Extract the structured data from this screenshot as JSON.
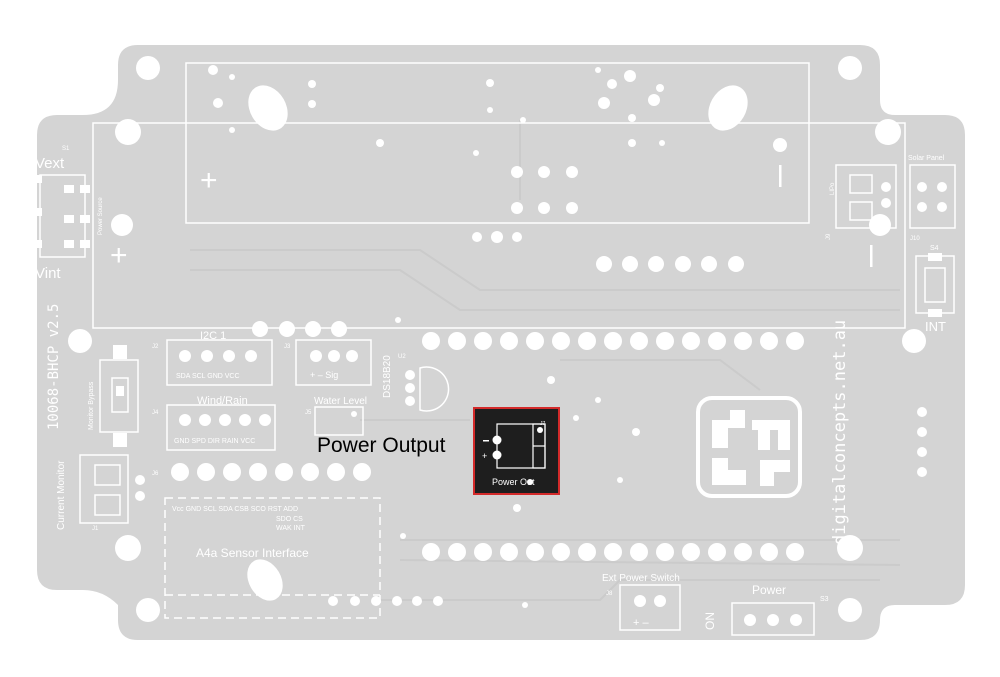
{
  "callout": {
    "label": "Power Output"
  },
  "board": {
    "vext_label": "Vext",
    "vint_label": "Vint",
    "s1_label": "S1",
    "power_source_label": "Power Source",
    "model_label": "10068-BHCP  v2.5",
    "current_monitor_label": "Current Monitor",
    "monitor_bypass_label": "Monitor Bypass",
    "s2_label": "S2",
    "i2c_label": "I2C 1",
    "i2c_pins": "SDA SCL GND VCC",
    "ds18b20_label": "DS18B20",
    "u2_label": "U2",
    "j3_pins": "+  –   Sig",
    "wind_rain_label": "Wind/Rain",
    "wind_rain_pins": "GND SPD DIR RAIN VCC",
    "water_level_label": "Water Level",
    "j2_label": "J2",
    "j3_label": "J3",
    "j4_label": "J4",
    "j5_label": "J5",
    "j6_label": "J6",
    "j7_label": "J7",
    "j8_label": "J8",
    "j9_label": "J9",
    "j10_label": "J10",
    "j1_label": "J1",
    "a4a_pins_1": "Vcc  GND  SCL  SDA  CSB  SCO  RST  ADD",
    "a4a_pins_2": "SDO   CS",
    "a4a_pins_3": "WAK  INT",
    "a4a_label": "A4a Sensor Interface",
    "power_out_label": "Power Out",
    "ext_power_switch_label": "Ext Power Switch",
    "ext_power_pins": "+  –",
    "on_label": "ON",
    "power_label": "Power",
    "s3_label": "S3",
    "solar_panel_label": "Solar Panel",
    "s4_label": "S4",
    "int_label": "INT",
    "lipo_label": "LIPo",
    "website_label": "digitalconcepts.net.au",
    "plus_symbol": "+",
    "minus_symbol": "–"
  },
  "colors": {
    "board": "#d4d4d4",
    "silkscreen": "#ffffff",
    "highlight_board": "#1e1e1e",
    "highlight_border": "#d32a2a",
    "callout_text": "#000000"
  }
}
